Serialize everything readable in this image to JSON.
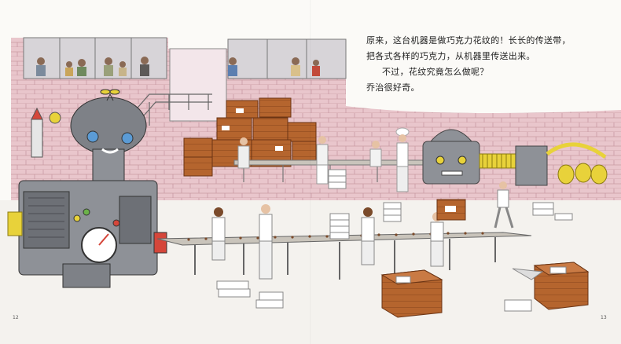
{
  "story": {
    "lines": [
      "原来，这台机器是做巧克力花纹的！长长的传送带，",
      "把各式各样的巧克力，从机器里传送出来。",
      "不过，花纹究竟怎么做呢？",
      "乔治很好奇。"
    ]
  },
  "page_numbers": {
    "left": "12",
    "right": "13"
  },
  "colors": {
    "wall_pink": "#e9c6cc",
    "brick_line": "#c99aa3",
    "machine_gray": "#8e9197",
    "machine_dark": "#5e6168",
    "crate_brown": "#b5652e",
    "conveyor": "#c9c4bb",
    "yellow_pipe": "#e8d23a",
    "floor": "#f4f2ee"
  }
}
